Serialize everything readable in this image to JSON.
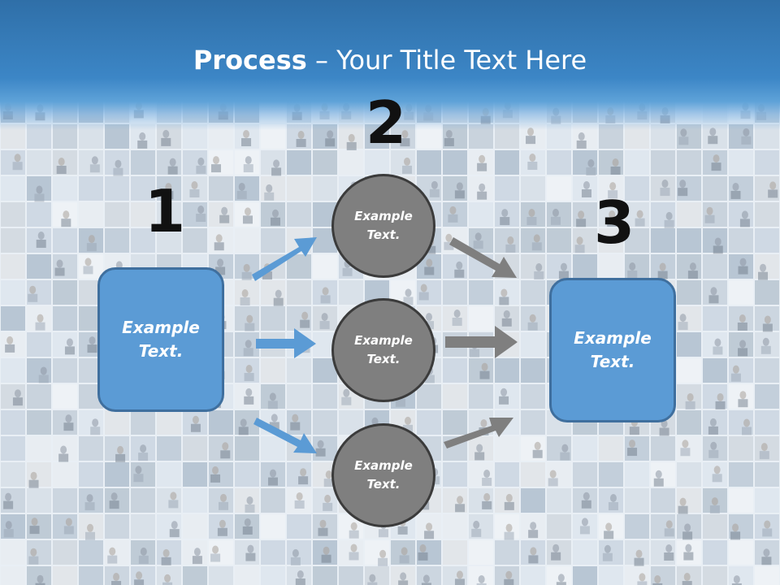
{
  "title": {
    "bold": "Process",
    "rest": " – Your Title Text Here"
  },
  "steps": {
    "one": "1",
    "two": "2",
    "three": "3"
  },
  "left_box": {
    "line1": "Example",
    "line2": "Text."
  },
  "right_box": {
    "line1": "Example",
    "line2": "Text."
  },
  "circles": [
    {
      "line1": "Example",
      "line2": "Text."
    },
    {
      "line1": "Example",
      "line2": "Text."
    },
    {
      "line1": "Example",
      "line2": "Text."
    }
  ],
  "colors": {
    "blue_box": "#5b9bd5",
    "grey_circle": "#7f7f7f",
    "blue_arrow": "#5b9bd5",
    "grey_arrow": "#7f7f7f",
    "header": "#3c86c6"
  }
}
